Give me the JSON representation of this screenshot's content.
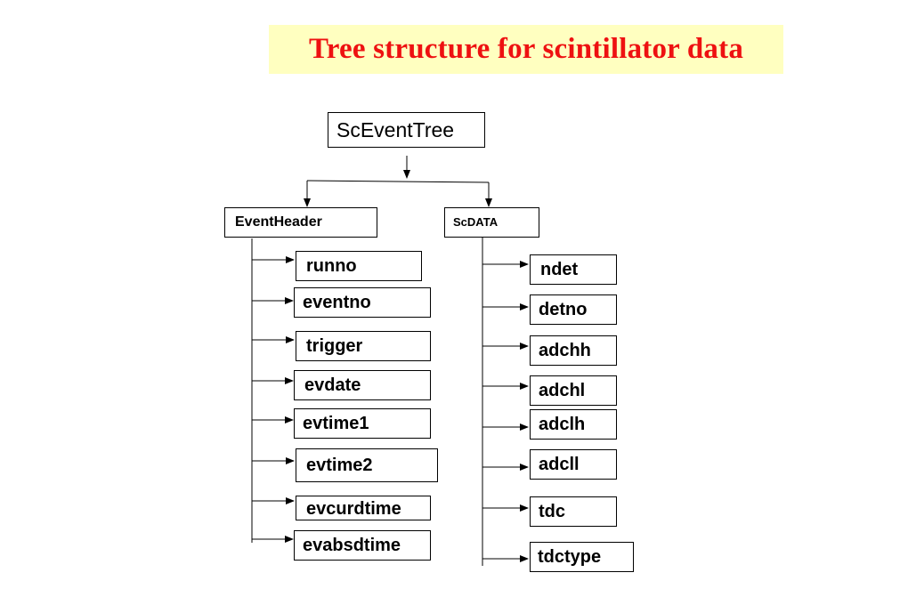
{
  "title": "Tree structure for scintillator data",
  "colors": {
    "title_text": "#ee1111",
    "title_background": "#ffffc0",
    "line": "#000000"
  },
  "root": "ScEventTree",
  "branches": [
    {
      "name": "EventHeader",
      "leaves": [
        "runno",
        "eventno",
        "trigger",
        "evdate",
        "evtime1",
        "evtime2",
        "evcurdtime",
        "evabsdtime"
      ]
    },
    {
      "name": "ScDATA",
      "leaves": [
        "ndet",
        "detno",
        "adchh",
        "adchl",
        "adclh",
        "adcll",
        "tdc",
        "tdctype"
      ]
    }
  ]
}
